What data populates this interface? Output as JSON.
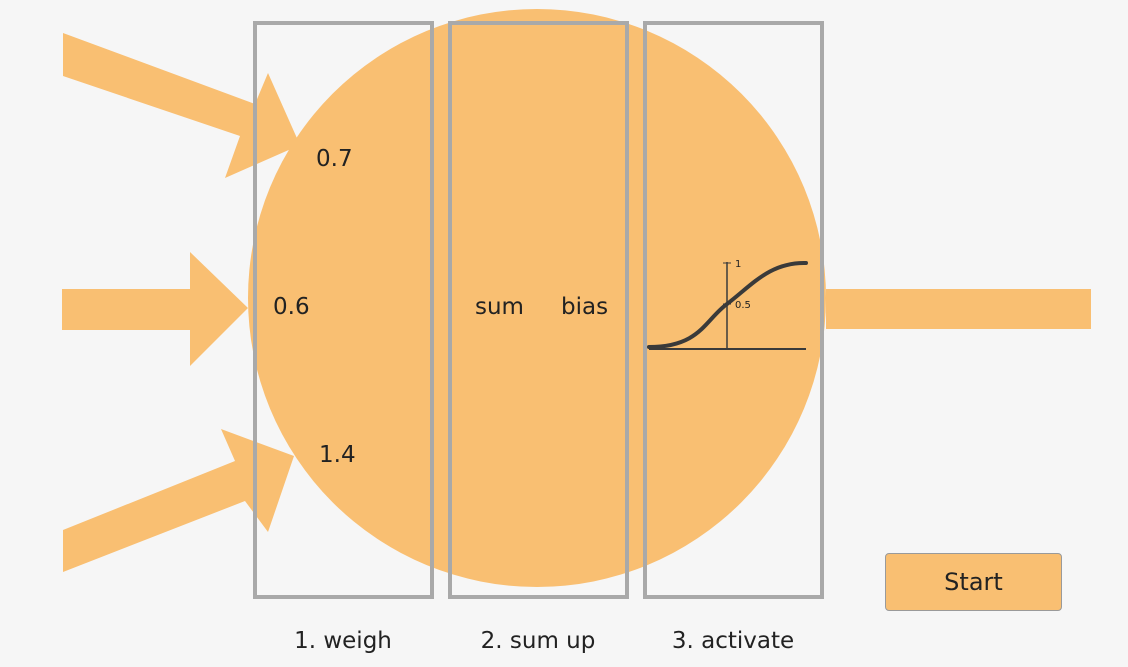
{
  "colors": {
    "fill": "#f9bf72",
    "frame": "#a9a9a9",
    "curve": "#3a3a3a",
    "background": "#f6f6f6"
  },
  "weights": {
    "top": "0.7",
    "middle": "0.6",
    "bottom": "1.4"
  },
  "sum_box": {
    "sum_label": "sum",
    "bias_label": "bias"
  },
  "activation": {
    "tick_top": "1",
    "tick_mid": "0.5"
  },
  "stages": {
    "weigh": "1. weigh",
    "sum_up": "2. sum up",
    "activate": "3. activate"
  },
  "controls": {
    "start_label": "Start"
  }
}
